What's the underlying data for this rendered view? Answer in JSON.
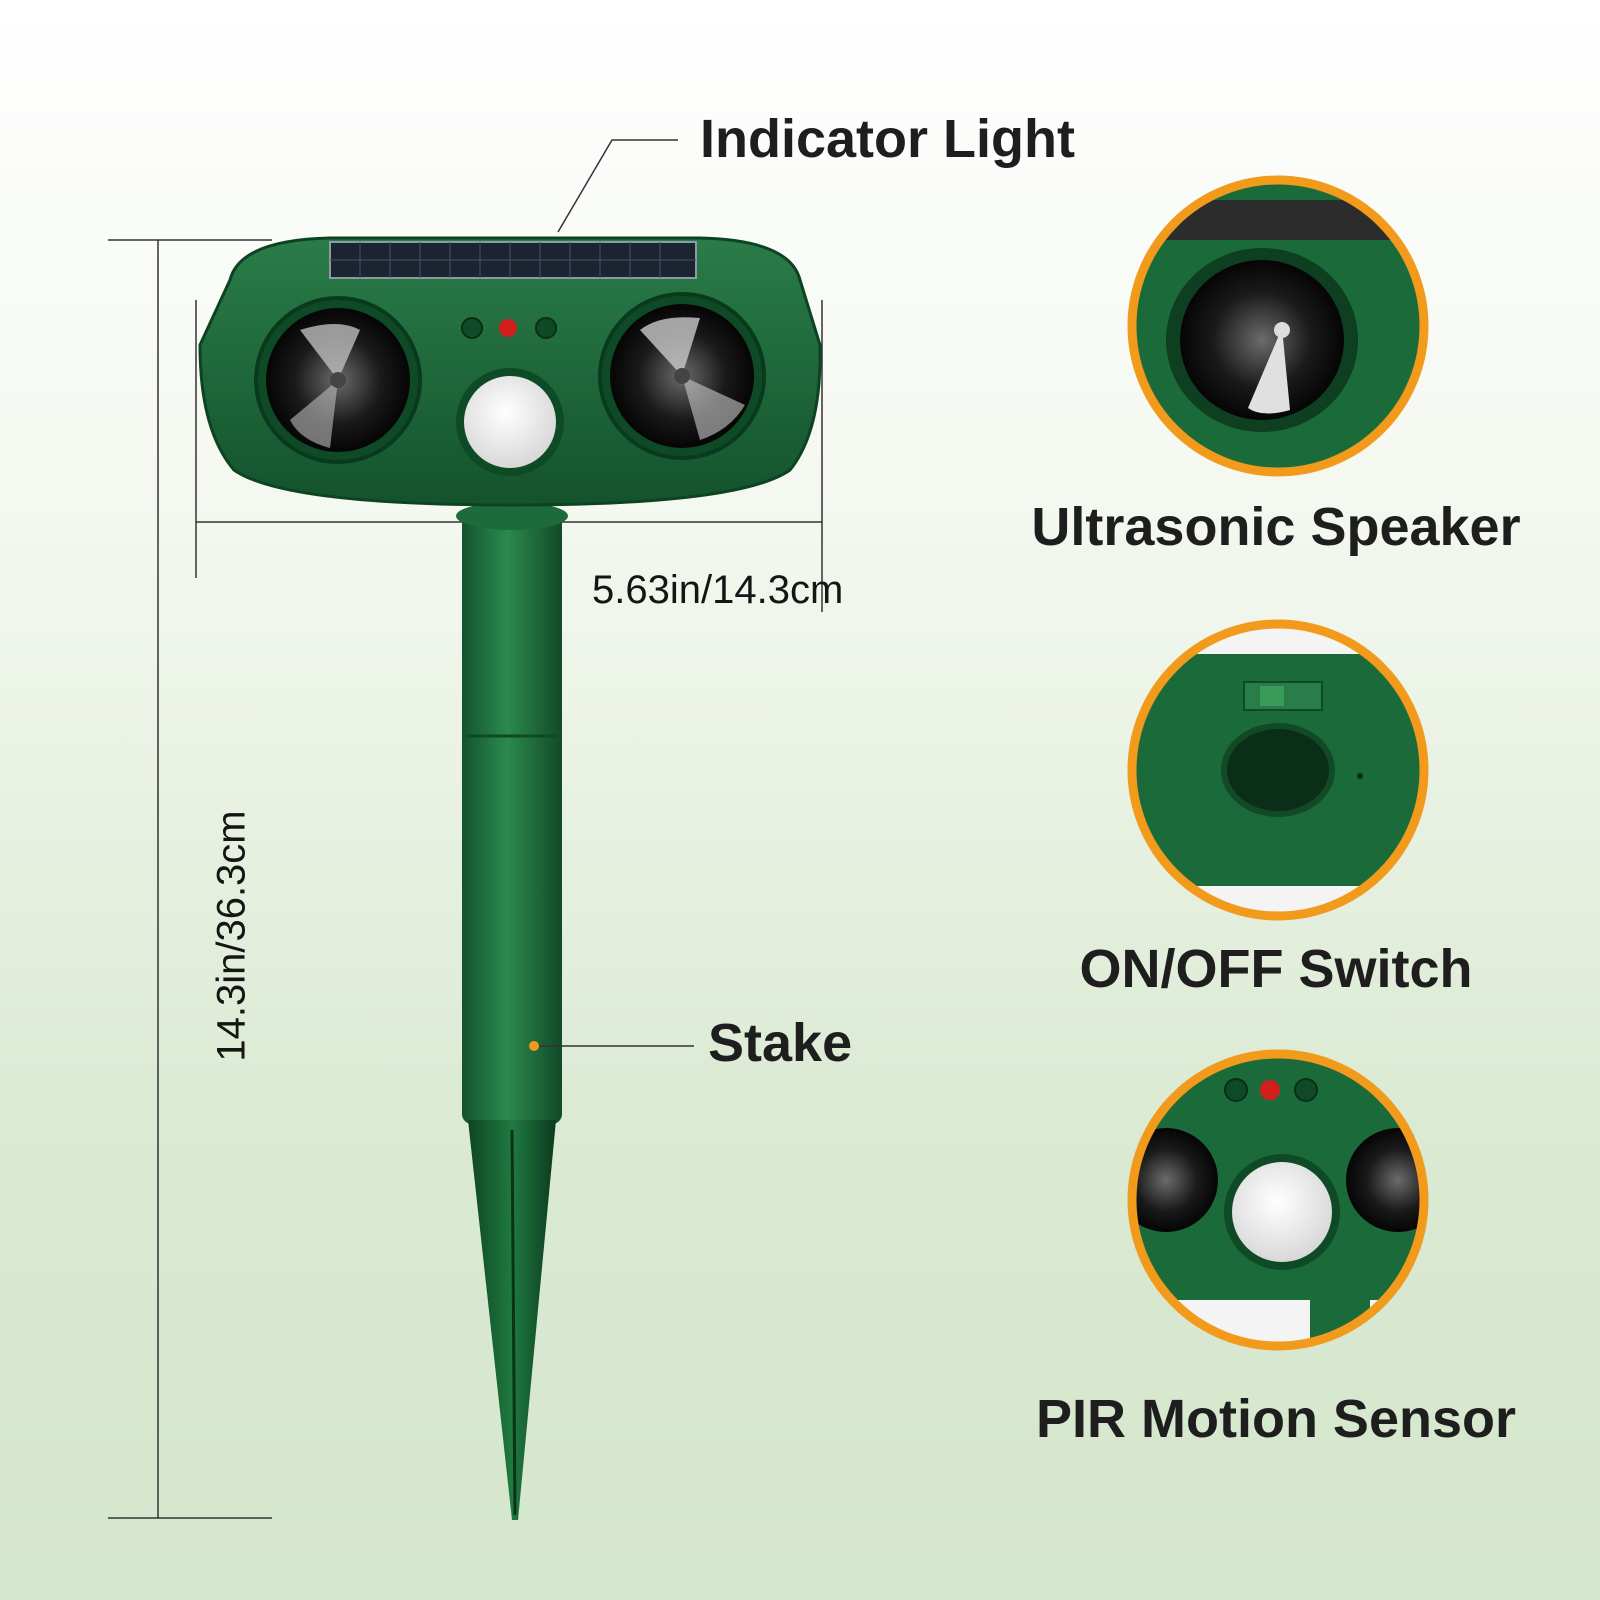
{
  "callouts": {
    "indicator_light": "Indicator Light",
    "stake": "Stake",
    "ultrasonic_speaker": "Ultrasonic Speaker",
    "on_off_switch": "ON/OFF Switch",
    "pir_motion_sensor": "PIR Motion Sensor"
  },
  "dimensions": {
    "width": "5.63in/14.3cm",
    "height": "14.3in/36.3cm"
  },
  "colors": {
    "device_green": "#1f6b3c",
    "device_dark": "#0f4a26",
    "ring_orange": "#f29a1c",
    "indicator_red": "#d41e1e"
  }
}
